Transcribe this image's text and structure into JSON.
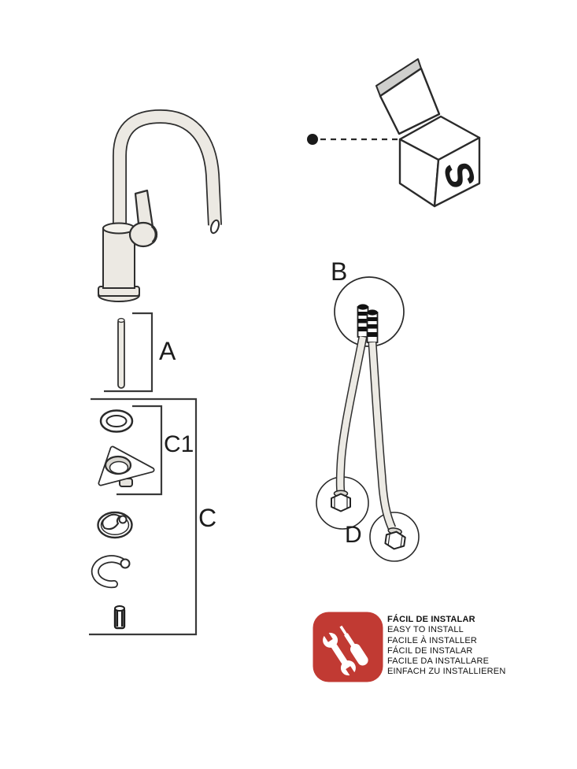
{
  "colors": {
    "accent_red": "#c13a33",
    "outline": "#2b2b2b",
    "part_fill": "#ece9e3",
    "shade_gray": "#cfcfcd"
  },
  "packaging": {
    "logo": "S"
  },
  "labels": {
    "part_a": "A",
    "part_b": "B",
    "part_c": "C",
    "part_c1": "C1",
    "part_d": "D"
  },
  "install": {
    "lines": [
      "FÁCIL DE INSTALAR",
      "EASY TO INSTALL",
      "FACILE À INSTALLER",
      "FÁCIL DE INSTALAR",
      "FACILE DA INSTALLARE",
      "EINFACH ZU INSTALLIEREN"
    ]
  },
  "icons": {
    "tools_badge": "wrench-and-screwdriver-icon"
  }
}
